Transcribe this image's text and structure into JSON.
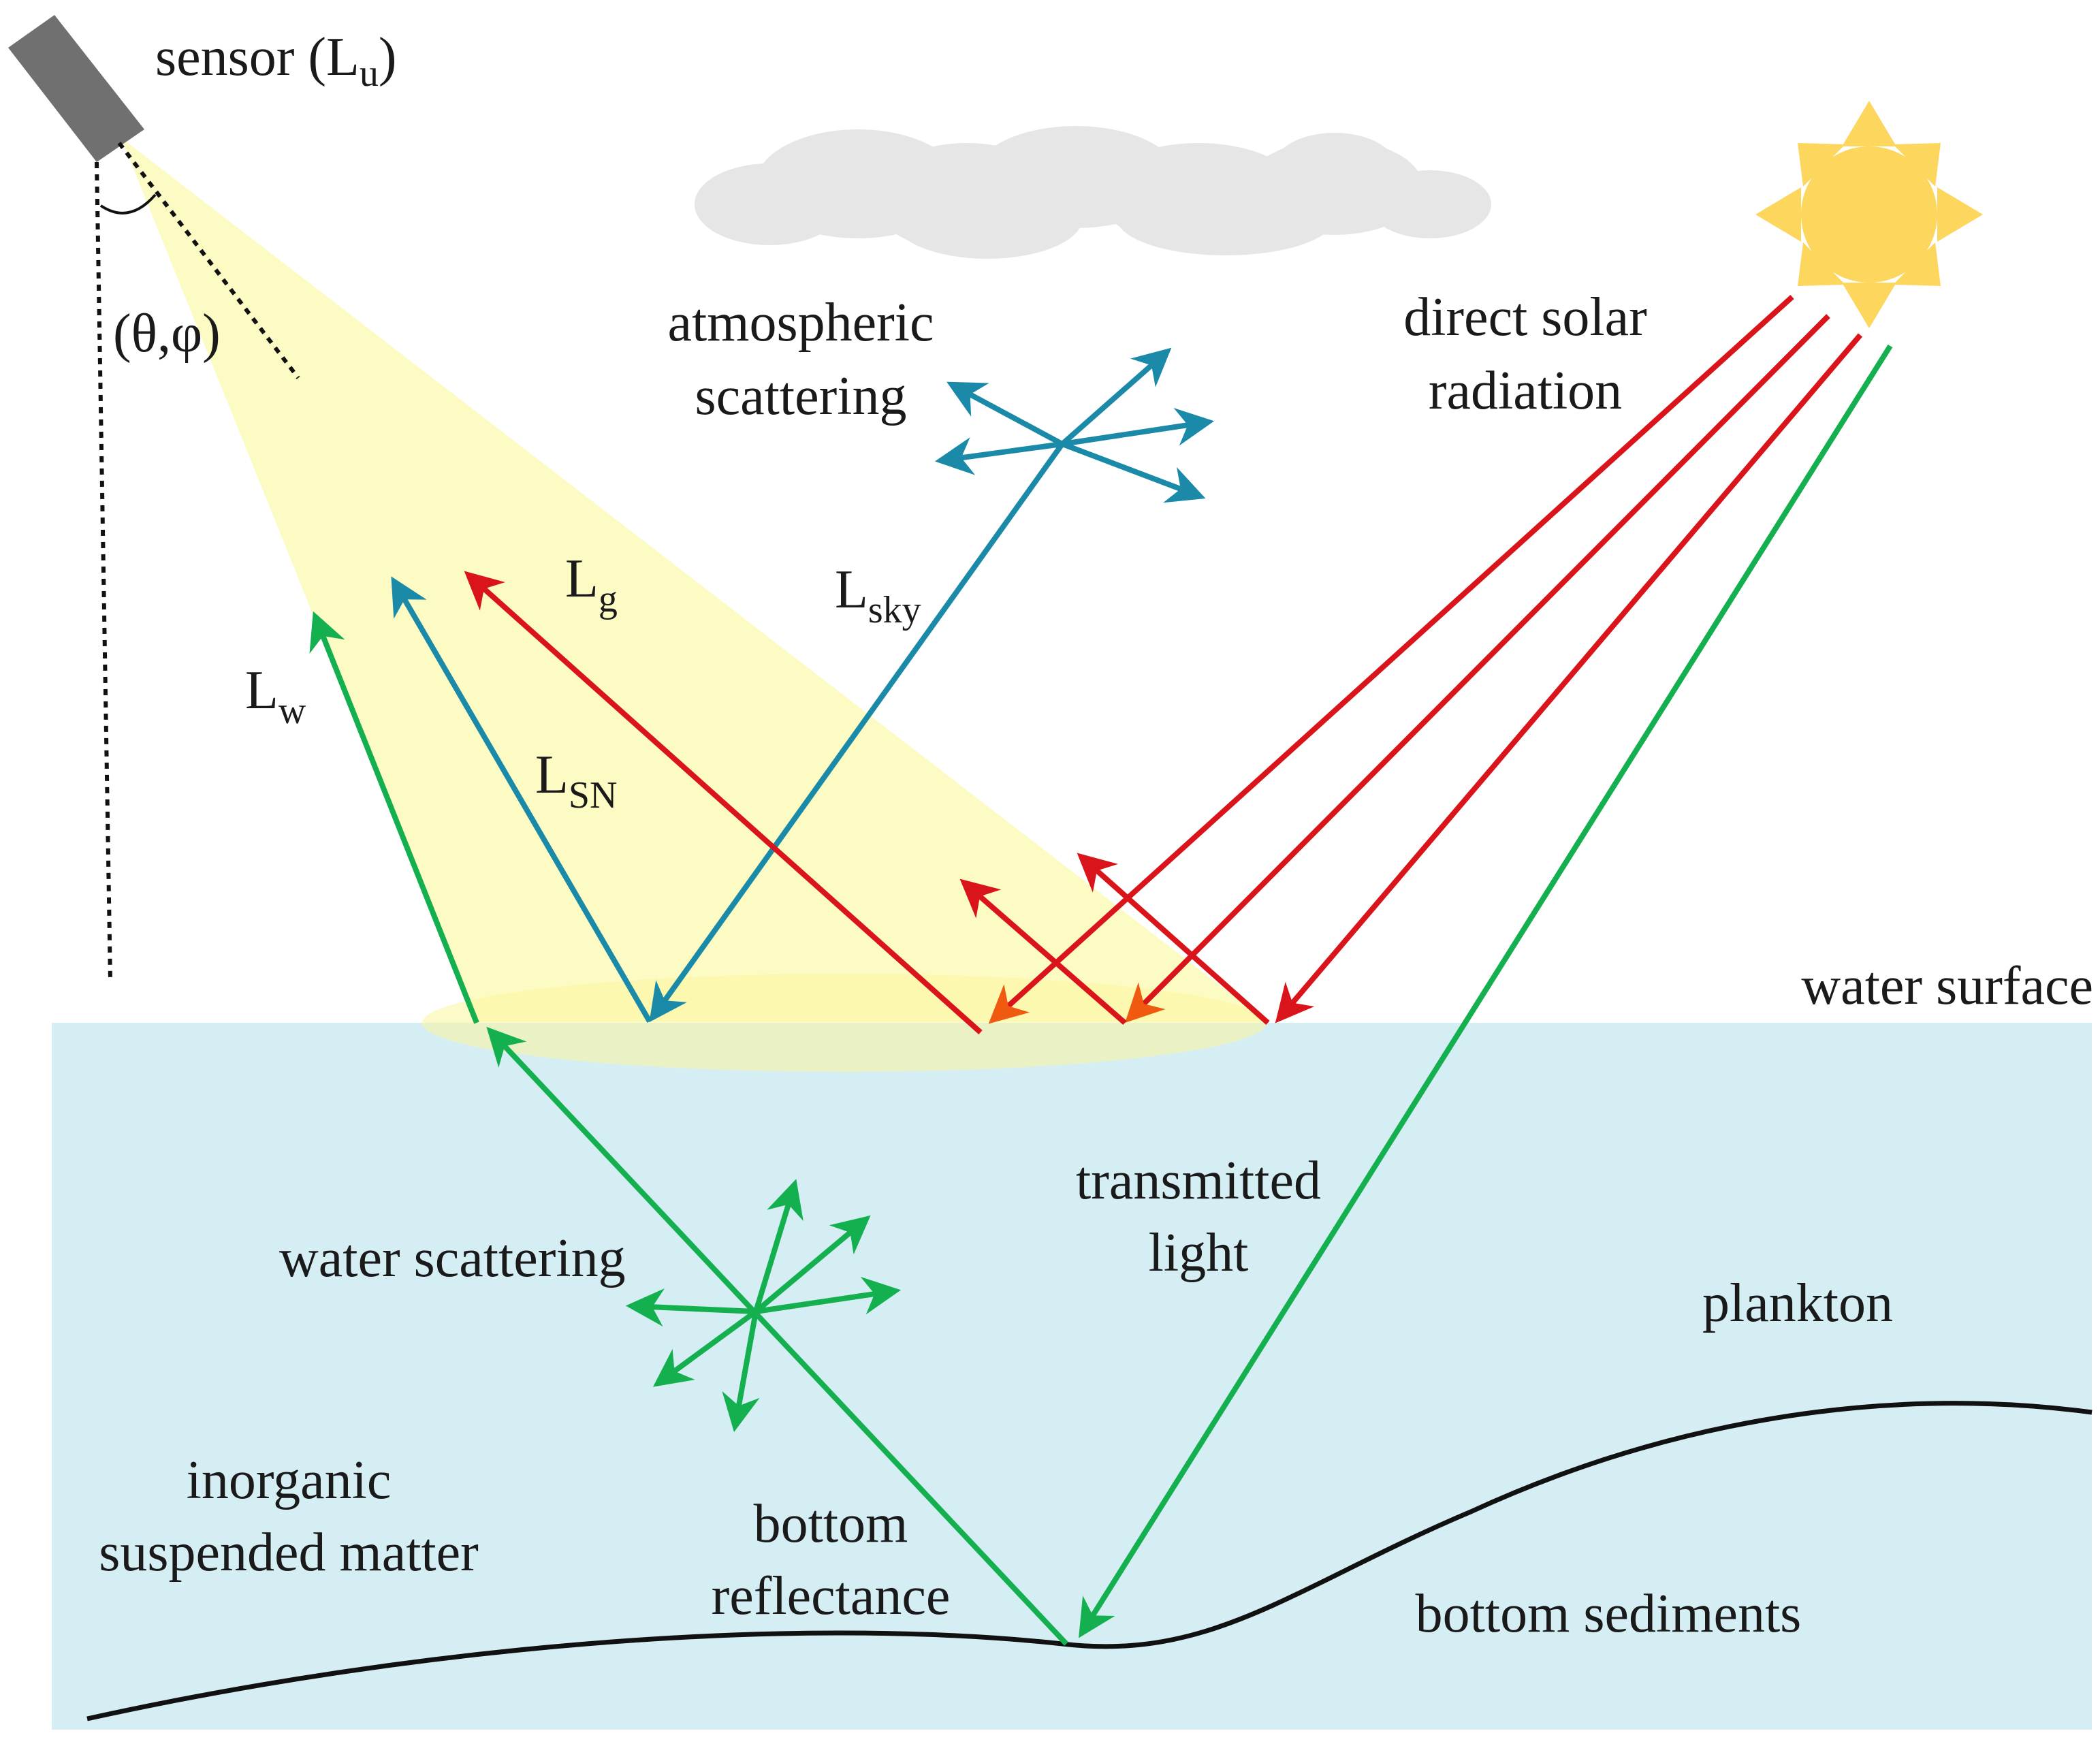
{
  "labels": {
    "sensor": "sensor (L",
    "sensor_sub": "u",
    "sensor_close": ")",
    "angle": "(θ,φ)",
    "atmo_line1": "atmospheric",
    "atmo_line2": "scattering",
    "solar_line1": "direct solar",
    "solar_line2": "radiation",
    "lg": "L",
    "lg_sub": "g",
    "lsky": "L",
    "lsky_sub": "sky",
    "lw": "L",
    "lw_sub": "w",
    "lsn": "L",
    "lsn_sub": "SN",
    "water_surface": "water surface",
    "transmitted_line1": "transmitted",
    "transmitted_line2": "light",
    "water_scattering": "water scattering",
    "plankton": "plankton",
    "inorganic_line1": "inorganic",
    "inorganic_line2": "suspended matter",
    "bottom_refl_line1": "bottom",
    "bottom_refl_line2": "reflectance",
    "bottom_sediments": "bottom sediments"
  },
  "colors": {
    "water": "#d4eef4",
    "cone": "#fdfbc4",
    "sun": "#fdd65e",
    "cloud": "#e6e6e6",
    "red_ray": "#d9141a",
    "green_ray": "#14b050",
    "teal_ray": "#1a8aa8",
    "sensor_body": "#707070",
    "text": "#1a1a1a"
  }
}
